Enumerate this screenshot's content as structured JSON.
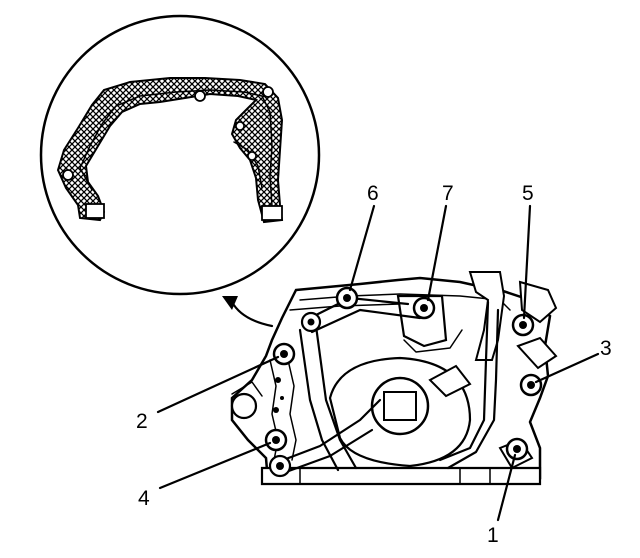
{
  "callouts": [
    {
      "id": "1",
      "text": "1"
    },
    {
      "id": "2",
      "text": "2"
    },
    {
      "id": "3",
      "text": "3"
    },
    {
      "id": "4",
      "text": "4"
    },
    {
      "id": "5",
      "text": "5"
    },
    {
      "id": "6",
      "text": "6"
    },
    {
      "id": "7",
      "text": "7"
    }
  ],
  "colors": {
    "ink": "#000000",
    "paper": "#ffffff"
  },
  "icons": {
    "detail_arrow": "curved-arrow-icon",
    "gasket": "gasket-crosshatch-detail"
  }
}
